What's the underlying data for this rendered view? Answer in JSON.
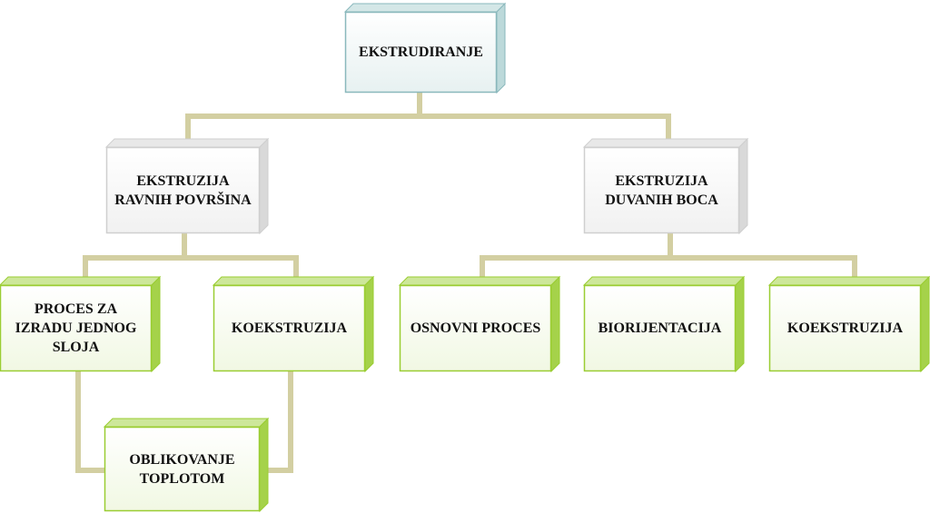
{
  "colors": {
    "connector": "#d3cfa2",
    "root_border": "#8ab8bc",
    "root_front_top": "#ffffff",
    "root_front_bottom": "#e7f1f1",
    "root_top_face": "#d4e7e7",
    "root_side_face": "#bcd9da",
    "grey_border": "#cfcfcf",
    "grey_front_top": "#ffffff",
    "grey_front_bottom": "#f1f1f1",
    "grey_top_face": "#e8e8e8",
    "grey_side_face": "#d9d9d9",
    "green_border": "#9acd32",
    "green_front_top": "#ffffff",
    "green_front_bottom": "#f1f8e3",
    "green_top_face": "#cde79a",
    "green_side_face": "#a5d24a"
  },
  "nodes": {
    "root": {
      "label": "EKSTRUDIRANJE",
      "style": "root"
    },
    "flat": {
      "label": "EKSTRUZIJA\nRAVNIH POVRŠINA",
      "style": "grey"
    },
    "blown": {
      "label": "EKSTRUZIJA\nDUVANIH BOCA",
      "style": "grey"
    },
    "single_layer": {
      "label": "PROCES ZA\nIZRADU JEDNOG\nSLOJA",
      "style": "green"
    },
    "coextrusion_flat": {
      "label": "KOEKSTRUZIJA",
      "style": "green"
    },
    "basic_process": {
      "label": "OSNOVNI PROCES",
      "style": "green"
    },
    "biorientation": {
      "label": "BIORIJENTACIJA",
      "style": "green"
    },
    "coextrusion_blown": {
      "label": "KOEKSTRUZIJA",
      "style": "green"
    },
    "thermoforming": {
      "label": "OBLIKOVANJE\nTOPLOTOM",
      "style": "green"
    }
  }
}
